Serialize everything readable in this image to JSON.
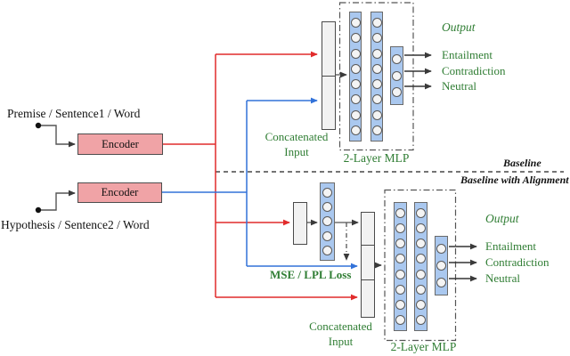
{
  "inputs": {
    "premise": "Premise / Sentence1 / Word",
    "hypothesis": "Hypothesis / Sentence2 / Word"
  },
  "encoders": {
    "top": "Encoder",
    "bottom": "Encoder"
  },
  "baseline": {
    "concatenated_input": "Concatenated Input",
    "mlp": "2-Layer MLP",
    "output": "Output",
    "classes": [
      "Entailment",
      "Contradiction",
      "Neutral"
    ],
    "section_label": "Baseline"
  },
  "alignment": {
    "loss": "MSE / LPL Loss",
    "concatenated_input": "Concatenated Input",
    "mlp": "2-Layer MLP",
    "output": "Output",
    "classes": [
      "Entailment",
      "Contradiction",
      "Neutral"
    ],
    "section_label": "Baseline with Alignment"
  },
  "colors": {
    "signal_red": "#e12b2b",
    "signal_blue": "#3272d9",
    "label_green": "#2f7d33",
    "encoder_pink": "#f0a3a6",
    "layer_blue": "#aac8ef"
  }
}
